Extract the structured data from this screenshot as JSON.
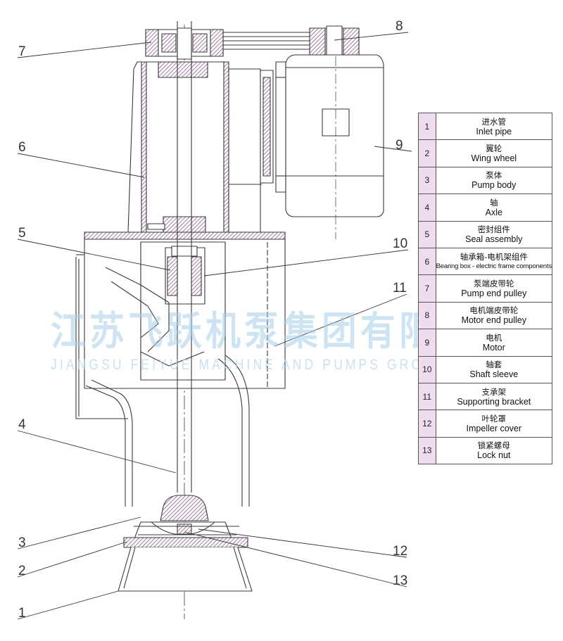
{
  "watermark": {
    "company_cn": "江苏飞跃机泵集团有限公司",
    "company_en": "JIANGSU FEIYUE MACHINE AND PUMPS GROUP CO.,LTD"
  },
  "callouts": [
    "1",
    "2",
    "3",
    "4",
    "5",
    "6",
    "7",
    "8",
    "9",
    "10",
    "11",
    "12",
    "13"
  ],
  "parts": [
    {
      "no": "1",
      "cn": "进水管",
      "en": "Inlet pipe"
    },
    {
      "no": "2",
      "cn": "翼轮",
      "en": "Wing wheel"
    },
    {
      "no": "3",
      "cn": "泵体",
      "en": "Pump body"
    },
    {
      "no": "4",
      "cn": "轴",
      "en": "Axle"
    },
    {
      "no": "5",
      "cn": "密封组件",
      "en": "Seal assembly"
    },
    {
      "no": "6",
      "cn": "轴承箱-电机架组件",
      "en": "Bearing box - electric frame components"
    },
    {
      "no": "7",
      "cn": "泵端皮带轮",
      "en": "Pump end pulley"
    },
    {
      "no": "8",
      "cn": "电机端皮带轮",
      "en": "Motor end pulley"
    },
    {
      "no": "9",
      "cn": "电机",
      "en": "Motor"
    },
    {
      "no": "10",
      "cn": "轴套",
      "en": "Shaft sleeve"
    },
    {
      "no": "11",
      "cn": "支承架",
      "en": "Supporting bracket"
    },
    {
      "no": "12",
      "cn": "叶轮罩",
      "en": "Impeller cover"
    },
    {
      "no": "13",
      "cn": "锁紧螺母",
      "en": "Lock nut"
    }
  ],
  "colors": {
    "line": "#3a3a3a",
    "hatch": "#8a5a8c",
    "table_number_bg": "#f0dcef",
    "watermark": "#a9cfe8"
  }
}
